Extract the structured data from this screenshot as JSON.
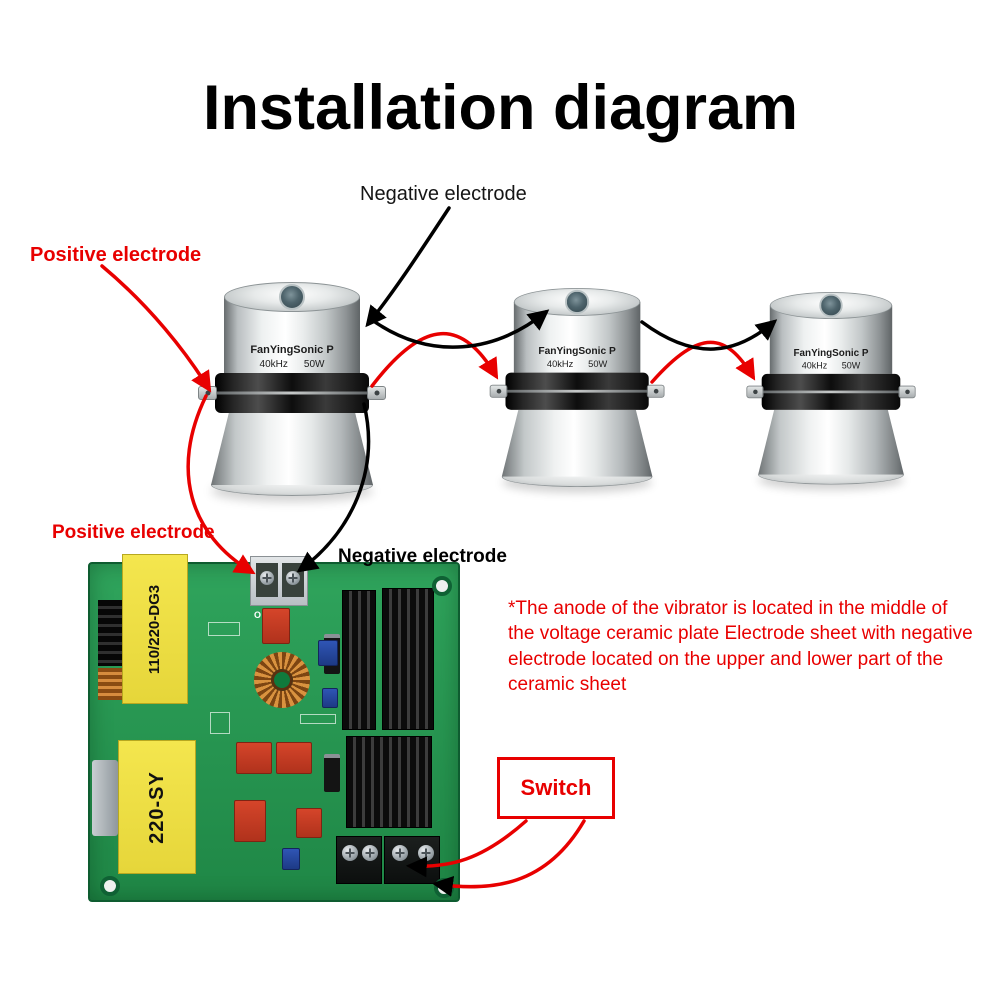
{
  "title": "Installation diagram",
  "labels": {
    "negative_top": "Negative electrode",
    "positive_top": "Positive electrode",
    "positive_board": "Positive electrode",
    "negative_board": "Negative electrode"
  },
  "note": "*The anode of the vibrator is located in the middle of the voltage ceramic plate Electrode sheet with negative electrode located on the upper and lower part of the ceramic sheet",
  "switch_label": "Switch",
  "transducer": {
    "brand": "FanYingSonic P",
    "freq": "40kHz",
    "power": "50W"
  },
  "pcb": {
    "transformer_top": "110/220-DG3",
    "transformer_bottom": "220-SY",
    "silk_out": "OUT-"
  },
  "colors": {
    "wire_red": "#e80000",
    "wire_black": "#000000",
    "pcb_green": "#2fa45c"
  }
}
